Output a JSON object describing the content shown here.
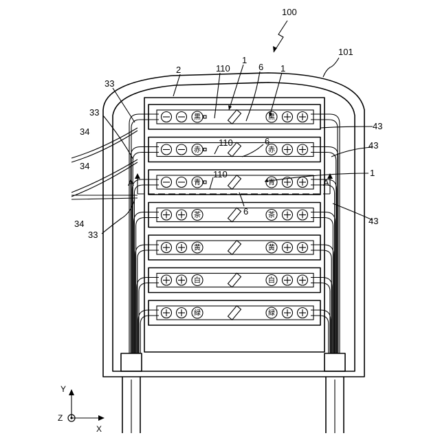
{
  "figure": {
    "labels": {
      "assembly": "100",
      "cover": "101",
      "plate": "2",
      "terminal_block": "1",
      "strip_ref": "110",
      "link_ref": "6",
      "cable_ref": "33",
      "lead_ref": "34",
      "wire_ref": "43",
      "section_mark": "A"
    },
    "axes": {
      "x": "X",
      "y": "Y",
      "z": "Z"
    },
    "rows": [
      {
        "left_kanji": "黒",
        "right_kanji": "黒"
      },
      {
        "left_kanji": "赤",
        "right_kanji": "赤"
      },
      {
        "left_kanji": "青",
        "right_kanji": "青"
      },
      {
        "left_kanji": "茶",
        "right_kanji": "茶"
      },
      {
        "left_kanji": "黄",
        "right_kanji": "黄"
      },
      {
        "left_kanji": "白",
        "right_kanji": "白"
      },
      {
        "left_kanji": "緑",
        "right_kanji": "緑"
      }
    ]
  }
}
